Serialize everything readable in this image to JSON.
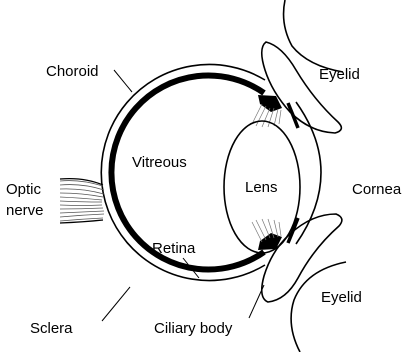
{
  "diagram": {
    "labels": {
      "choroid": "Choroid",
      "eyelid_top": "Eyelid",
      "vitreous": "Vitreous",
      "optic_line1": "Optic",
      "optic_line2": "nerve",
      "lens": "Lens",
      "cornea": "Cornea",
      "retina": "Retina",
      "eyelid_bottom": "Eyelid",
      "sclera": "Sclera",
      "ciliary_body": "Ciliary body"
    },
    "colors": {
      "ink": "#000000",
      "nerve_fibers": "#555555",
      "ciliary_fibers": "#777777",
      "background": "#ffffff"
    }
  }
}
